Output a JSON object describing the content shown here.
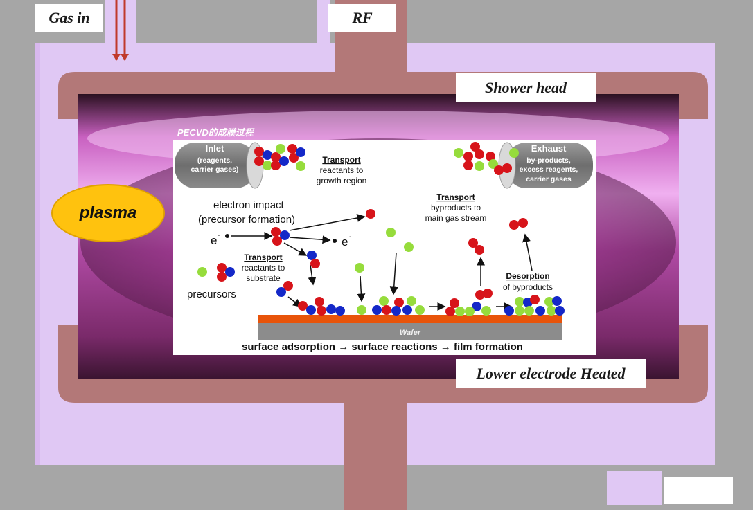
{
  "labels": {
    "gas_in": "Gas in",
    "rf": "RF",
    "shower_head": "Shower head",
    "plasma": "plasma",
    "lower_electrode": "Lower  electrode Heated"
  },
  "inset": {
    "title": "PECVD的成膜过程",
    "inlet": {
      "title": "Inlet",
      "line1": "(reagents,",
      "line2": "carrier gases)"
    },
    "exhaust": {
      "title": "Exhaust",
      "line1": "by-products,",
      "line2": "excess reagents,",
      "line3": "carrier gases"
    },
    "transport_growth": {
      "title": "Transport",
      "line1": "reactants to",
      "line2": "growth region"
    },
    "transport_byproducts": {
      "title": "Transport",
      "line1": "byproducts to",
      "line2": "main gas stream"
    },
    "electron_impact": {
      "line1": "electron impact",
      "line2": "(precursor formation)"
    },
    "electron_symbol": "e",
    "transport_substrate": {
      "title": "Transport",
      "line1": "reactants to",
      "line2": "substrate"
    },
    "precursors": "precursors",
    "desorption": {
      "title": "Desorption",
      "line1": "of byproducts"
    },
    "wafer": "Wafer",
    "process_line": "surface adsorption →  surface reactions →  film formation"
  },
  "colors": {
    "background": "#a6a6a6",
    "chamber_wall": "#e0c8f4",
    "electrode": "#b37878",
    "plasma_label": "#ffc20e",
    "atom_red": "#d7141a",
    "atom_blue": "#1428c8",
    "atom_green": "#96dc3c",
    "wafer_orange": "#e8540a",
    "wafer_gray": "#8c8c8c"
  }
}
